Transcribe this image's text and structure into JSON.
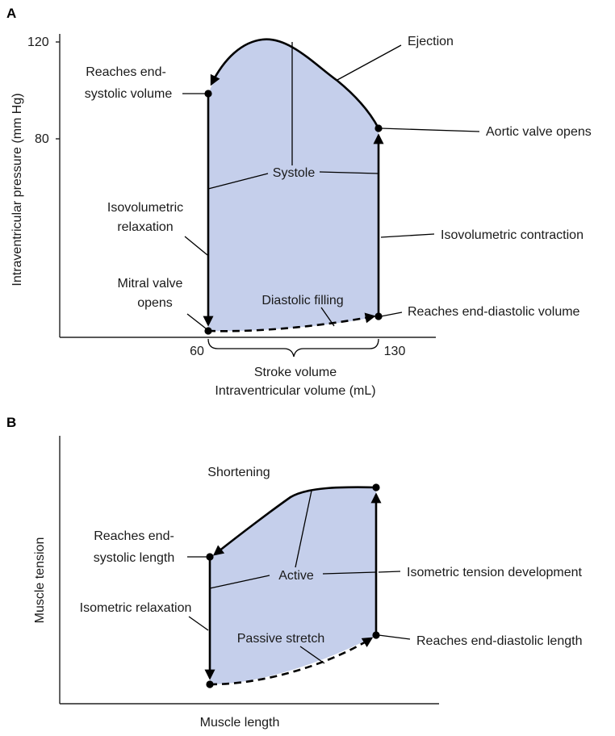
{
  "colors": {
    "loop_fill": "#c5cfeb",
    "line": "#000000",
    "background": "#ffffff"
  },
  "panel_a": {
    "letter": "A",
    "y_axis_label": "Intraventricular pressure (mm Hg)",
    "y_ticks": [
      "120",
      "80"
    ],
    "x_ticks": [
      "60",
      "130"
    ],
    "brace_label": "Stroke volume",
    "x_axis_label": "Intraventricular volume (mL)",
    "labels": {
      "ejection": "Ejection",
      "end_systolic_1": "Reaches end-",
      "end_systolic_2": "systolic volume",
      "aortic": "Aortic valve opens",
      "systole": "Systole",
      "iso_relax_1": "Isovolumetric",
      "iso_relax_2": "relaxation",
      "iso_contract": "Isovolumetric contraction",
      "mitral_1": "Mitral valve",
      "mitral_2": "opens",
      "diastolic": "Diastolic filling",
      "end_diastolic": "Reaches end-diastolic volume"
    }
  },
  "panel_b": {
    "letter": "B",
    "y_axis_label": "Muscle tension",
    "x_axis_label": "Muscle length",
    "labels": {
      "shortening": "Shortening",
      "end_systolic_1": "Reaches end-",
      "end_systolic_2": "systolic length",
      "active": "Active",
      "iso_tension": "Isometric tension development",
      "iso_relax": "Isometric relaxation",
      "passive": "Passive stretch",
      "end_diastolic": "Reaches end-diastolic length"
    }
  }
}
